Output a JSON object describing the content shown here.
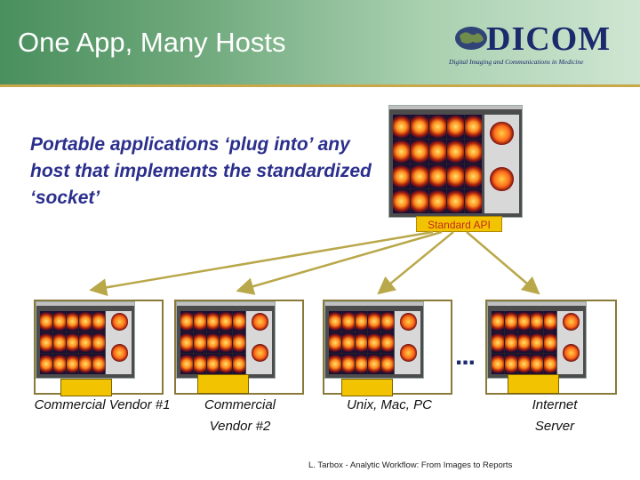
{
  "slide": {
    "title": "One App, Many Hosts",
    "logo": {
      "word": "DICOM",
      "subtitle": "Digital Imaging and Communications in Medicine"
    },
    "body_text": "Portable applications ‘plug into’ any host that implements the standardized ‘socket’",
    "api_label": "Standard API",
    "hosts": [
      {
        "label_line1": "Commercial Vendor #1",
        "label_line2": ""
      },
      {
        "label_line1": "Commercial",
        "label_line2": "Vendor #2"
      },
      {
        "label_line1": "Unix, Mac, PC",
        "label_line2": ""
      },
      {
        "label_line1": "Internet",
        "label_line2": "Server"
      }
    ],
    "ellipsis": "...",
    "footer": "L. Tarbox - Analytic Workflow: From Images to Reports"
  },
  "colors": {
    "header_green": "#4a8f5e",
    "title_text": "#ffffff",
    "body_text": "#2b2f8c",
    "plug_yellow": "#f2c300",
    "api_text": "#c32b1e",
    "arrow": "#b9a84a"
  },
  "icons": [
    "dicom-globe-logo",
    "arrow",
    "app-screenshot"
  ]
}
